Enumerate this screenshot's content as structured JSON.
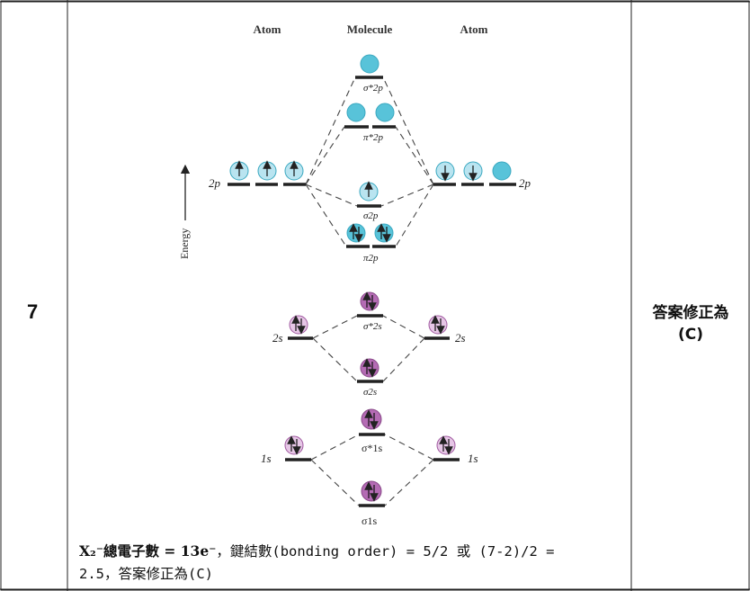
{
  "table": {
    "question_number": "7",
    "answer_note_line1": "答案修正為",
    "answer_note_line2": "(C)"
  },
  "diagram": {
    "headers": {
      "left": "Atom",
      "center": "Molecule",
      "right": "Atom"
    },
    "energy_label": "Energy",
    "atomic_labels": {
      "p_left": "2p",
      "p_right": "2p",
      "s2_left": "2s",
      "s2_right": "2s",
      "s1_left": "1s",
      "s1_right": "1s"
    },
    "mo_labels": {
      "sigma_2p_star": "σ*2p",
      "pi_2p_star": "π*2p",
      "sigma_2p": "σ2p",
      "pi_2p": "π2p",
      "sigma_2s_star": "σ*2s",
      "sigma_2s": "σ2s",
      "sigma_1s_star": "σ*1s",
      "sigma_1s": "σ1s"
    },
    "colors": {
      "p_orbital_fill": "#58c3d9",
      "p_orbital_light": "#b9e4f0",
      "s_orbital_fill": "#b46bb4",
      "s_orbital_light": "#e6c6e6",
      "line": "#222222"
    }
  },
  "explanation": {
    "bold_part": "X₂⁻總電子數 = 13e⁻",
    "line1_rest": "，鍵結數(bonding order) = 5/2 或 (7-2)/2 =",
    "line2": "2.5，答案修正為(C)"
  }
}
